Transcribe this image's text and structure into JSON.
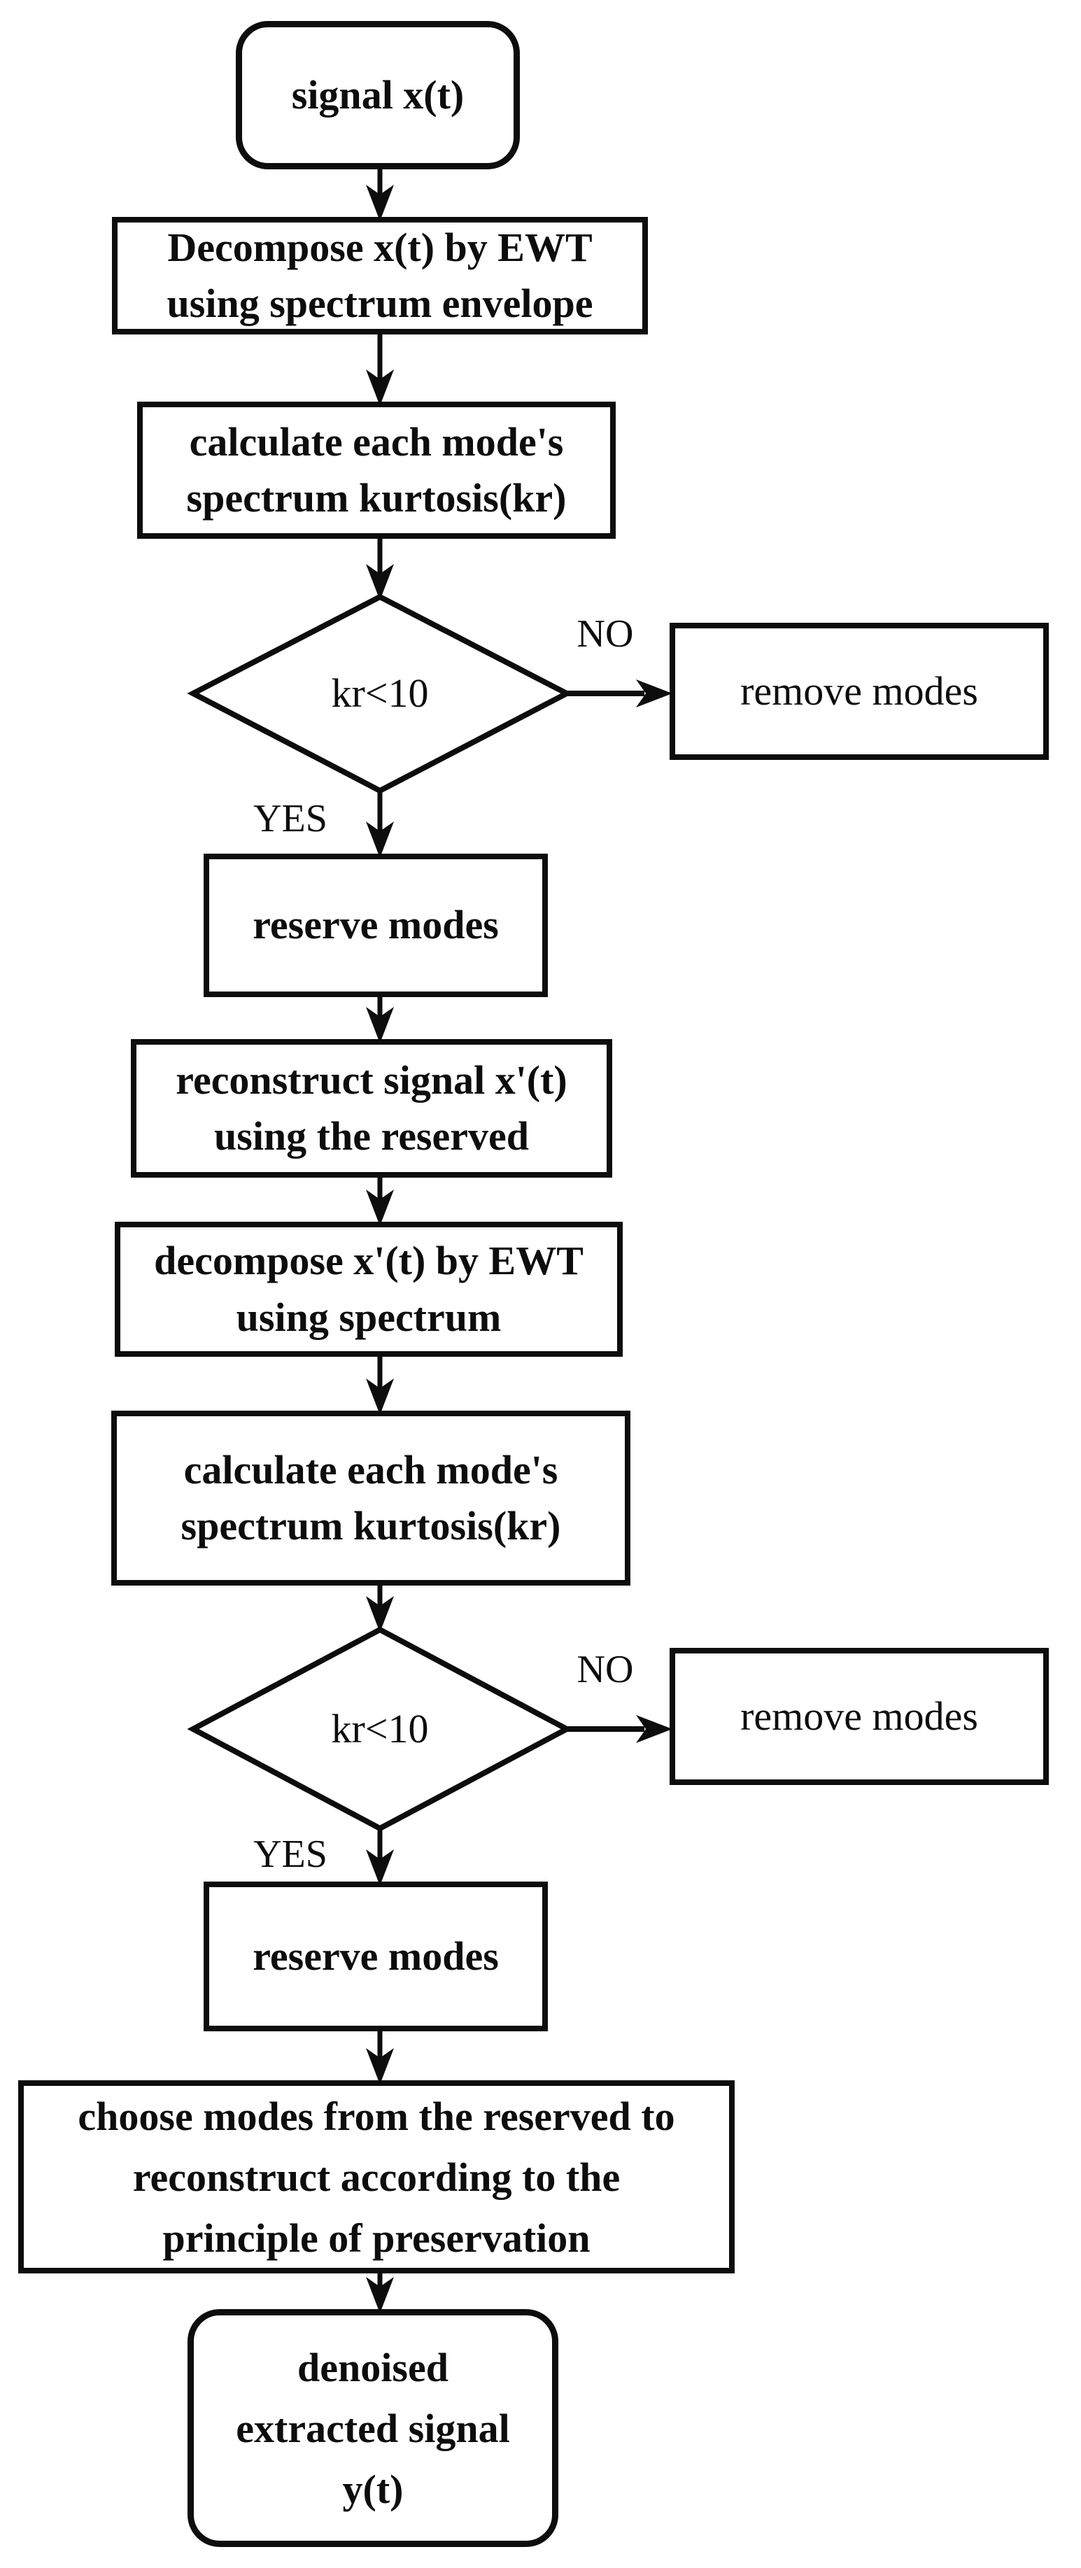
{
  "diagram": {
    "type": "flowchart",
    "colors": {
      "stroke": "#0d0d0d",
      "text": "#0d0d0d",
      "background": "#ffffff"
    },
    "nodes": {
      "start": {
        "label": "signal x(t)",
        "shape": "rounded"
      },
      "decompose1": {
        "label": "Decompose x(t) by EWT using spectrum envelope",
        "lines": [
          "Decompose x(t) by EWT",
          "using spectrum envelope"
        ],
        "shape": "rect"
      },
      "calculate1": {
        "label": "calculate each mode's spectrum kurtosis(kr)",
        "lines": [
          "calculate each mode's",
          "spectrum kurtosis(kr)"
        ],
        "shape": "rect"
      },
      "decision1": {
        "label": "kr<10",
        "shape": "diamond"
      },
      "remove1": {
        "label": "remove modes",
        "shape": "rect"
      },
      "reserve1": {
        "label": "reserve modes",
        "shape": "rect"
      },
      "reconstruct": {
        "label": "reconstruct signal x'(t) using the reserved",
        "lines": [
          "reconstruct signal x'(t)",
          "using the reserved"
        ],
        "shape": "rect"
      },
      "decompose2": {
        "label": "decompose x'(t) by EWT using spectrum",
        "lines": [
          "decompose x'(t) by EWT",
          "using spectrum"
        ],
        "shape": "rect"
      },
      "calculate2": {
        "label": "calculate each mode's spectrum kurtosis(kr)",
        "lines": [
          "calculate each mode's",
          "spectrum kurtosis(kr)"
        ],
        "shape": "rect"
      },
      "decision2": {
        "label": "kr<10",
        "shape": "diamond"
      },
      "remove2": {
        "label": "remove modes",
        "shape": "rect"
      },
      "reserve2": {
        "label": "reserve modes",
        "shape": "rect"
      },
      "choose": {
        "label": "choose modes from the reserved to reconstruct according to the principle of preservation",
        "lines": [
          "choose modes from the reserved to",
          "reconstruct according to the",
          "principle of preservation"
        ],
        "shape": "rect"
      },
      "end": {
        "label": "denoised extracted signal y(t)",
        "lines": [
          "denoised",
          "extracted signal",
          "y(t)"
        ],
        "shape": "rounded"
      }
    },
    "edge_labels": {
      "no1": "NO",
      "yes1": "YES",
      "no2": "NO",
      "yes2": "YES"
    }
  }
}
